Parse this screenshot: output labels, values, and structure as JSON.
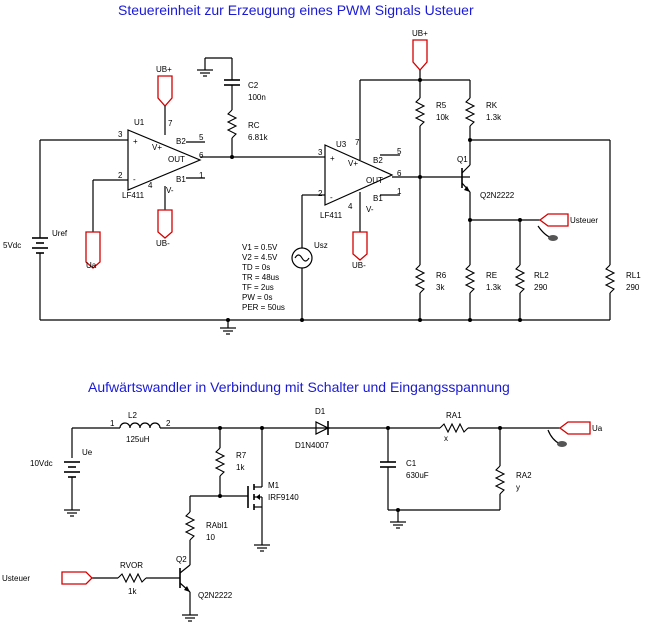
{
  "titles": {
    "top": "Steuereinheit zur Erzeugung eines PWM  Signals Usteuer",
    "bottom": "Aufwärtswandler in Verbindung mit Schalter und Eingangsspannung"
  },
  "top_circuit": {
    "ub_plus": "UB+",
    "ub_minus": "UB-",
    "ub_top": "UB+",
    "ub_minus2": "UB-",
    "u1": {
      "ref": "U1",
      "part": "LF411",
      "plus": "+",
      "minus": "-",
      "out": "OUT",
      "b2": "B2",
      "b1": "B1",
      "v_plus": "V+",
      "v_minus": "V-",
      "pin3": "3",
      "pin2": "2",
      "pin7": "7",
      "pin4": "4",
      "pin5": "5",
      "pin6": "6",
      "pin1": "1"
    },
    "u3": {
      "ref": "U3",
      "part": "LF411",
      "plus": "+",
      "minus": "-",
      "out": "OUT",
      "b2": "B2",
      "b1": "B1",
      "v_plus": "V+",
      "v_minus": "V-",
      "pin3": "3",
      "pin2": "2",
      "pin7": "7",
      "pin4": "4",
      "pin5": "5",
      "pin6": "6",
      "pin1": "1"
    },
    "c2": {
      "ref": "C2",
      "value": "100n"
    },
    "rc": {
      "ref": "RC",
      "value": "6.81k"
    },
    "uref": {
      "ref": "Uref",
      "value": "5Vdc"
    },
    "ua": "Ua",
    "usz": {
      "ref": "Usz",
      "params": [
        "V1 = 0.5V",
        "V2 = 4.5V",
        "TD = 0s",
        "TR = 48us",
        "TF = 2us",
        "PW = 0s",
        "PER = 50us"
      ]
    },
    "r5": {
      "ref": "R5",
      "value": "10k"
    },
    "r6": {
      "ref": "R6",
      "value": "3k"
    },
    "rk": {
      "ref": "RK",
      "value": "1.3k"
    },
    "re": {
      "ref": "RE",
      "value": "1.3k"
    },
    "rl2": {
      "ref": "RL2",
      "value": "290"
    },
    "rl1": {
      "ref": "RL1",
      "value": "290"
    },
    "q1": {
      "ref": "Q1",
      "part": "Q2N2222"
    },
    "usteuer": "Usteuer"
  },
  "bottom_circuit": {
    "ue": {
      "ref": "Ue",
      "value": "10Vdc"
    },
    "l2": {
      "ref": "L2",
      "value": "125uH",
      "pin1": "1",
      "pin2": "2"
    },
    "r7": {
      "ref": "R7",
      "value": "1k"
    },
    "m1": {
      "ref": "M1",
      "part": "IRF9140"
    },
    "rabl1": {
      "ref": "RAbl1",
      "value": "10"
    },
    "d1": {
      "ref": "D1",
      "part": "D1N4007"
    },
    "c1": {
      "ref": "C1",
      "value": "630uF"
    },
    "ra1": {
      "ref": "RA1",
      "value": "x"
    },
    "ra2": {
      "ref": "RA2",
      "value": "y"
    },
    "q2": {
      "ref": "Q2",
      "part": "Q2N2222"
    },
    "rvor": {
      "ref": "RVOR",
      "value": "1k"
    },
    "usteuer": "Usteuer",
    "ua": "Ua"
  }
}
